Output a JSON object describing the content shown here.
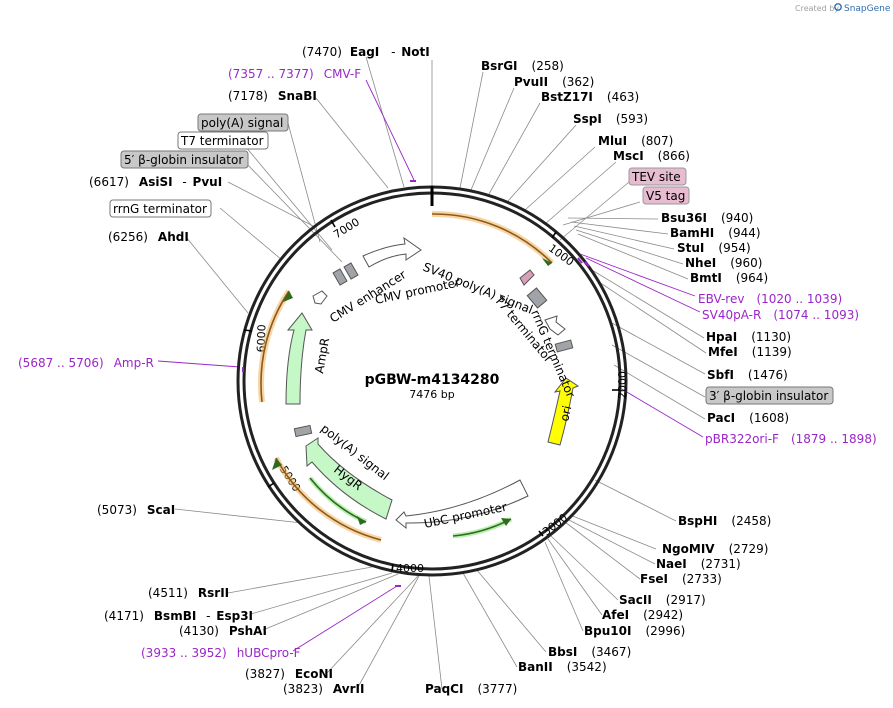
{
  "credit": {
    "created_by": "Created by",
    "brand": "SnapGene"
  },
  "plasmid": {
    "name": "pGBW-m4134280",
    "length_label": "7476 bp",
    "length": 7476
  },
  "ticks": [
    {
      "pos": 1000,
      "label": "1000"
    },
    {
      "pos": 2000,
      "label": "2000"
    },
    {
      "pos": 3000,
      "label": "3000"
    },
    {
      "pos": 4000,
      "label": "4000"
    },
    {
      "pos": 5000,
      "label": "5000"
    },
    {
      "pos": 6000,
      "label": "6000"
    },
    {
      "pos": 7000,
      "label": "7000"
    }
  ],
  "colors": {
    "primer": "#9a26c9",
    "orf": "#f3b35a",
    "feature_gray": "#a0a3a8",
    "ori": "#ffff00",
    "marker": "#c6f7c6",
    "hygr_arrow": "#2e8b1e"
  },
  "sites": [
    {
      "name": "EagI",
      "name2": "NotI",
      "pos": "(7470)"
    },
    {
      "name": "BsrGI",
      "pos": "(258)"
    },
    {
      "name": "PvuII",
      "pos": "(362)"
    },
    {
      "name": "BstZ17I",
      "pos": "(463)"
    },
    {
      "name": "SspI",
      "pos": "(593)"
    },
    {
      "name": "MluI",
      "pos": "(807)"
    },
    {
      "name": "MscI",
      "pos": "(866)"
    },
    {
      "name": "Bsu36I",
      "pos": "(940)"
    },
    {
      "name": "BamHI",
      "pos": "(944)"
    },
    {
      "name": "StuI",
      "pos": "(954)"
    },
    {
      "name": "NheI",
      "pos": "(960)"
    },
    {
      "name": "BmtI",
      "pos": "(964)"
    },
    {
      "name": "HpaI",
      "pos": "(1130)"
    },
    {
      "name": "MfeI",
      "pos": "(1139)"
    },
    {
      "name": "SbfI",
      "pos": "(1476)"
    },
    {
      "name": "PacI",
      "pos": "(1608)"
    },
    {
      "name": "BspHI",
      "pos": "(2458)"
    },
    {
      "name": "NgoMIV",
      "pos": "(2729)"
    },
    {
      "name": "NaeI",
      "pos": "(2731)"
    },
    {
      "name": "FseI",
      "pos": "(2733)"
    },
    {
      "name": "SacII",
      "pos": "(2917)"
    },
    {
      "name": "AfeI",
      "pos": "(2942)"
    },
    {
      "name": "Bpu10I",
      "pos": "(2996)"
    },
    {
      "name": "BbsI",
      "pos": "(3467)"
    },
    {
      "name": "BanII",
      "pos": "(3542)"
    },
    {
      "name": "PaqCI",
      "pos": "(3777)"
    },
    {
      "name": "AvrII",
      "pos": "(3823)"
    },
    {
      "name": "EcoNI",
      "pos": "(3827)"
    },
    {
      "name": "PshAI",
      "pos": "(4130)"
    },
    {
      "name": "BsmBI",
      "name2": "Esp3I",
      "pos": "(4171)"
    },
    {
      "name": "RsrII",
      "pos": "(4511)"
    },
    {
      "name": "ScaI",
      "pos": "(5073)"
    },
    {
      "name": "AhdI",
      "pos": "(6256)"
    },
    {
      "name": "AsiSI",
      "name2": "PvuI",
      "pos": "(6617)"
    },
    {
      "name": "SnaBI",
      "pos": "(7178)"
    }
  ],
  "primers": [
    {
      "name": "CMV-F",
      "range": "(7357 .. 7377)"
    },
    {
      "name": "EBV-rev",
      "range": "(1020 .. 1039)"
    },
    {
      "name": "SV40pA-R",
      "range": "(1074 .. 1093)"
    },
    {
      "name": "pBR322ori-F",
      "range": "(1879 .. 1898)"
    },
    {
      "name": "Amp-R",
      "range": "(5687 .. 5706)"
    },
    {
      "name": "hUBCpro-F",
      "range": "(3933 .. 3952)"
    }
  ],
  "boxed_labels": {
    "polya_signal": "poly(A) signal",
    "t7_terminator": "T7 terminator",
    "beta_globin_5": "5′ β-globin insulator",
    "rrng_terminator": "rrnG terminator",
    "tev_site": "TEV site",
    "v5_tag": "V5 tag",
    "beta_globin_3": "3′ β-globin insulator"
  },
  "features": {
    "cmv_enhancer": "CMV enhancer",
    "cmv_promoter": "CMV promoter",
    "sv40_polya": "SV40 poly(A) signal",
    "t7_terminator": "T7 terminator",
    "rrng_terminator": "rrnG terminator",
    "ori": "ori",
    "ampr": "AmpR",
    "polya_signal": "poly(A) signal",
    "hygr": "HygR",
    "ubc_promoter": "UbC promoter"
  }
}
